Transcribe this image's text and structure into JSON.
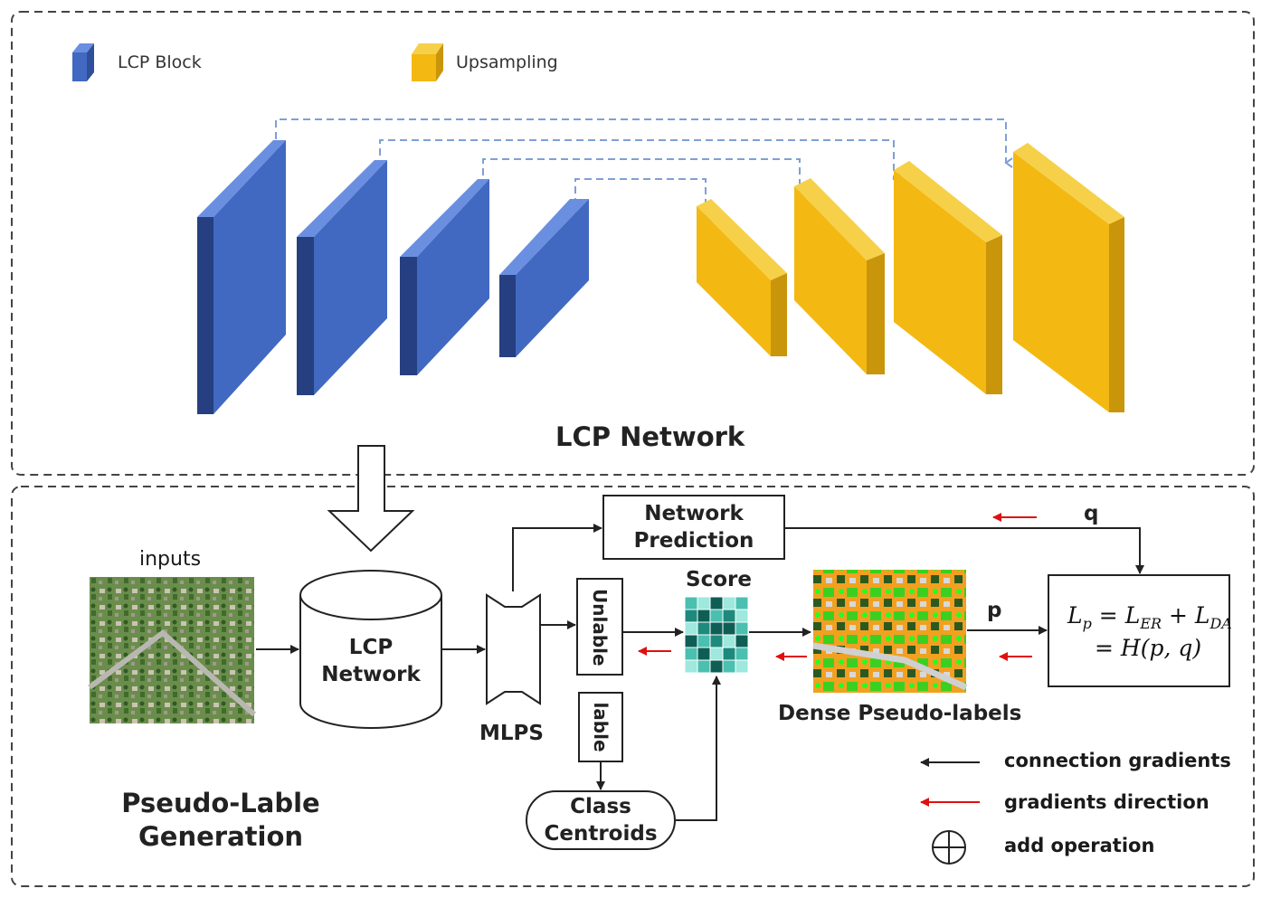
{
  "legend": {
    "lcp_block": "LCP Block",
    "upsampling": "Upsampling",
    "lcp_color": "#4169c1",
    "up_color": "#f3b812"
  },
  "top_panel": {
    "title": "LCP Network"
  },
  "bottom_panel": {
    "title_line1": "Pseudo-Lable",
    "title_line2": "Generation",
    "inputs_label": "inputs",
    "cylinder_line1": "LCP",
    "cylinder_line2": "Network",
    "mlps_label": "MLPS",
    "net_pred_line1": "Network",
    "net_pred_line2": "Prediction",
    "unlable": "Unlable",
    "lable": "lable",
    "class_centroids_line1": "Class",
    "class_centroids_line2": "Centroids",
    "score": "Score",
    "dense_label": "Dense Pseudo-labels",
    "q_label": "q",
    "p_label": "p",
    "loss_line1": "L_p = L_ER + L_DA",
    "loss_line2": "= H(p, q)"
  },
  "key": {
    "connection": "connection gradients",
    "gradient": "gradients direction",
    "add": "add operation",
    "connection_color": "#000000",
    "gradient_color": "#e01010"
  }
}
